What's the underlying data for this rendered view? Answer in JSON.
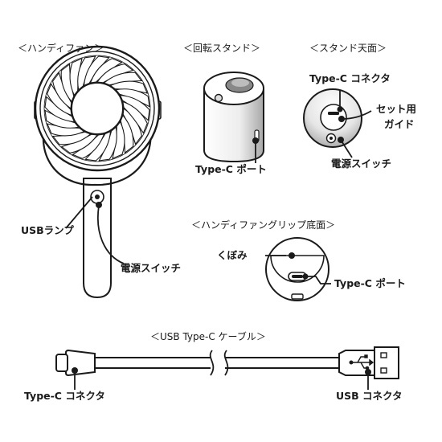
{
  "sections": {
    "handy_fan": "＜ハンディファン＞",
    "rotating_stand": "＜回転スタンド＞",
    "stand_top": "＜スタンド天面＞",
    "grip_bottom": "＜ハンディファングリップ底面＞",
    "usb_cable": "＜USB Type-C ケーブル＞"
  },
  "labels": {
    "usb_lamp": "USBランプ",
    "fan_power_switch": "電源スイッチ",
    "stand_type_c_port": "Type-C ポート",
    "stand_type_c_connector": "Type-C コネクタ",
    "set_guide_line1": "セット用",
    "set_guide_line2": "ガイド",
    "stand_power_switch": "電源スイッチ",
    "dent": "くぼみ",
    "grip_type_c_port": "Type-C ポート",
    "cable_type_c_connector": "Type-C コネクタ",
    "cable_usb_connector": "USB コネクタ"
  },
  "colors": {
    "line": "#1a1a1a",
    "stand_gradient_start": "#ffffff",
    "stand_gradient_end": "#9a9a9a"
  }
}
